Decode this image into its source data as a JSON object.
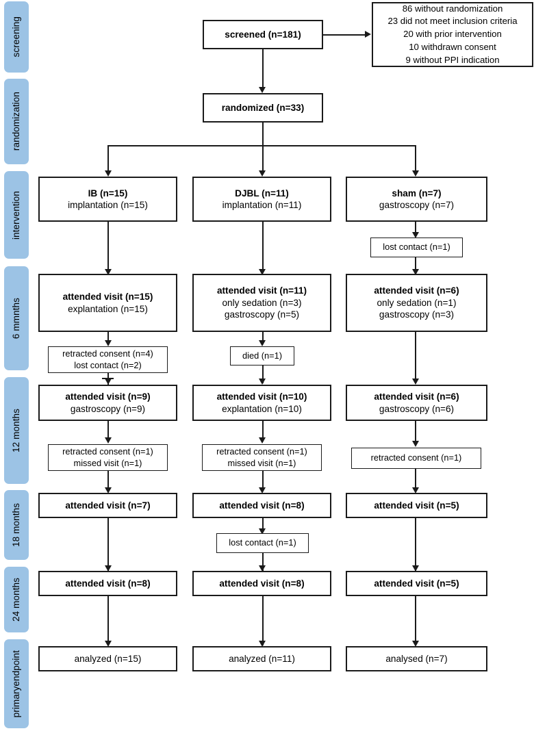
{
  "figure": {
    "type": "consort-flow-diagram",
    "title": "CONSORT participant flow diagram",
    "accent_color": "#9CC3E5",
    "line_color": "#1a1a1a",
    "background": "#ffffff"
  },
  "stages": [
    {
      "id": "screening",
      "label": "screening"
    },
    {
      "id": "randomization",
      "label": "randomization"
    },
    {
      "id": "intervention",
      "label": "intervention"
    },
    {
      "id": "6-months",
      "label": "6 mmnths"
    },
    {
      "id": "12-months",
      "label": "12 months"
    },
    {
      "id": "18-months",
      "label": "18 months"
    },
    {
      "id": "24-months",
      "label": "24 months"
    },
    {
      "id": "primary-endpoint",
      "label": "primaryendpoint"
    }
  ],
  "top": {
    "screened": "screened (n=181)",
    "randomized": "randomized (n=33)"
  },
  "exclusions": {
    "lines": [
      "86 without randomization",
      "23 did not meet inclusion criteria",
      "20 with prior intervention",
      "10 withdrawn consent",
      "9 without PPI indication"
    ]
  },
  "arms": [
    {
      "id": "ib",
      "intervention": {
        "l1": "IB (n=15)",
        "l2": "implantation (n=15)"
      },
      "month6": {
        "l1": "attended visit (n=15)",
        "l2": "explantation (n=15)"
      },
      "drop6": {
        "l1": "retracted consent (n=4)",
        "l2": "lost contact (n=2)"
      },
      "month12": {
        "l1": "attended visit (n=9)",
        "l2": "gastroscopy (n=9)"
      },
      "drop12": {
        "l1": "retracted consent (n=1)",
        "l2": "missed visit (n=1)"
      },
      "month18": {
        "l1": "attended visit (n=7)"
      },
      "month24": {
        "l1": "attended visit (n=8)"
      },
      "analyzed": {
        "l1": "analyzed (n=15)"
      }
    },
    {
      "id": "djbl",
      "intervention": {
        "l1": "DJBL (n=11)",
        "l2": "implantation (n=11)"
      },
      "month6": {
        "l1": "attended visit (n=11)",
        "l2": "only sedation (n=3)",
        "l3": "gastroscopy (n=5)"
      },
      "drop6": {
        "l1": "died (n=1)"
      },
      "month12": {
        "l1": "attended visit (n=10)",
        "l2": "explantation (n=10)"
      },
      "drop12": {
        "l1": "retracted consent (n=1)",
        "l2": "missed visit (n=1)"
      },
      "month18": {
        "l1": "attended visit (n=8)"
      },
      "drop18": {
        "l1": "lost contact (n=1)"
      },
      "month24": {
        "l1": "attended visit (n=8)"
      },
      "analyzed": {
        "l1": "analyzed (n=11)"
      }
    },
    {
      "id": "sham",
      "intervention": {
        "l1": "sham (n=7)",
        "l2": "gastroscopy (n=7)"
      },
      "dropInt": {
        "l1": "lost contact (n=1)"
      },
      "month6": {
        "l1": "attended visit (n=6)",
        "l2": "only sedation (n=1)",
        "l3": "gastroscopy (n=3)"
      },
      "month12": {
        "l1": "attended visit (n=6)",
        "l2": "gastroscopy (n=6)"
      },
      "drop12": {
        "l1": "retracted consent (n=1)"
      },
      "month18": {
        "l1": "attended visit (n=5)"
      },
      "month24": {
        "l1": "attended visit (n=5)"
      },
      "analyzed": {
        "l1": "analysed (n=7)"
      }
    }
  ]
}
